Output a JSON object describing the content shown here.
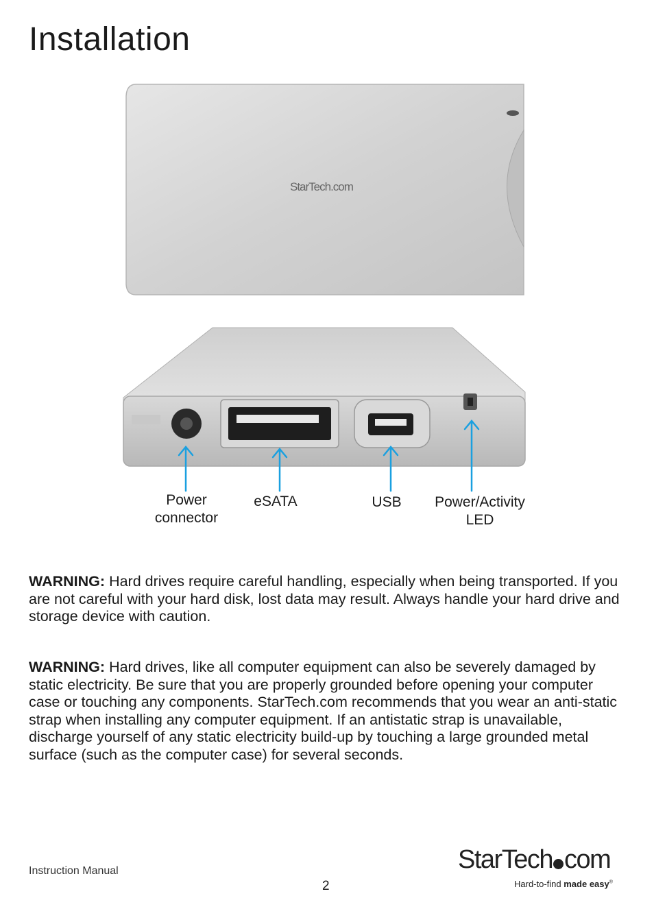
{
  "page": {
    "title": "Installation"
  },
  "figure": {
    "top_logo_text": "StarTech.com",
    "labels": {
      "power_connector_line1": "Power",
      "power_connector_line2": "connector",
      "esata": "eSATA",
      "usb": "USB",
      "led_line1": "Power/Activity",
      "led_line2": "LED"
    },
    "arrow_color": "#1aa0e0"
  },
  "warnings": [
    {
      "label": "WARNING:",
      "text": "Hard drives require careful handling, especially when being transported. If you are not careful with your hard disk, lost data may result. Always handle your hard drive and storage device with caution."
    },
    {
      "label": "WARNING:",
      "text": "Hard drives, like all computer equipment can also be severely damaged by static electricity. Be sure that you are properly grounded before opening your computer case or touching any components. StarTech.com recommends that you wear an anti-static strap when installing any computer equipment. If an antistatic strap is unavailable, discharge yourself of any static electricity build-up by touching a large grounded metal surface (such as the computer case) for several seconds."
    }
  ],
  "footer": {
    "manual_label": "Instruction Manual",
    "page_number": "2",
    "logo_left": "StarTech",
    "logo_right": "com",
    "tagline_regular": "Hard-to-find ",
    "tagline_bold": "made easy",
    "tagline_mark": "®"
  }
}
